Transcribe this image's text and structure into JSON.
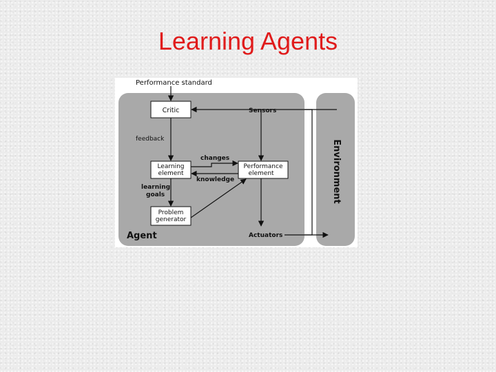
{
  "slide": {
    "title": "Learning Agents",
    "title_color": "#e01b1b"
  },
  "diagram": {
    "performance_standard": "Performance standard",
    "agent_label": "Agent",
    "environment_label": "Environment",
    "boxes": {
      "critic": "Critic",
      "learning_element_line1": "Learning",
      "learning_element_line2": "element",
      "performance_element_line1": "Performance",
      "performance_element_line2": "element",
      "problem_generator_line1": "Problem",
      "problem_generator_line2": "generator"
    },
    "edges": {
      "sensors": "Sensors",
      "actuators": "Actuators",
      "feedback": "feedback",
      "changes": "changes",
      "knowledge": "knowledge",
      "learning_goals_line1": "learning",
      "learning_goals_line2": "goals"
    },
    "colors": {
      "panel": "#a9a9a9",
      "background": "#ffffff",
      "box": "#ffffff",
      "line": "#111111"
    }
  }
}
